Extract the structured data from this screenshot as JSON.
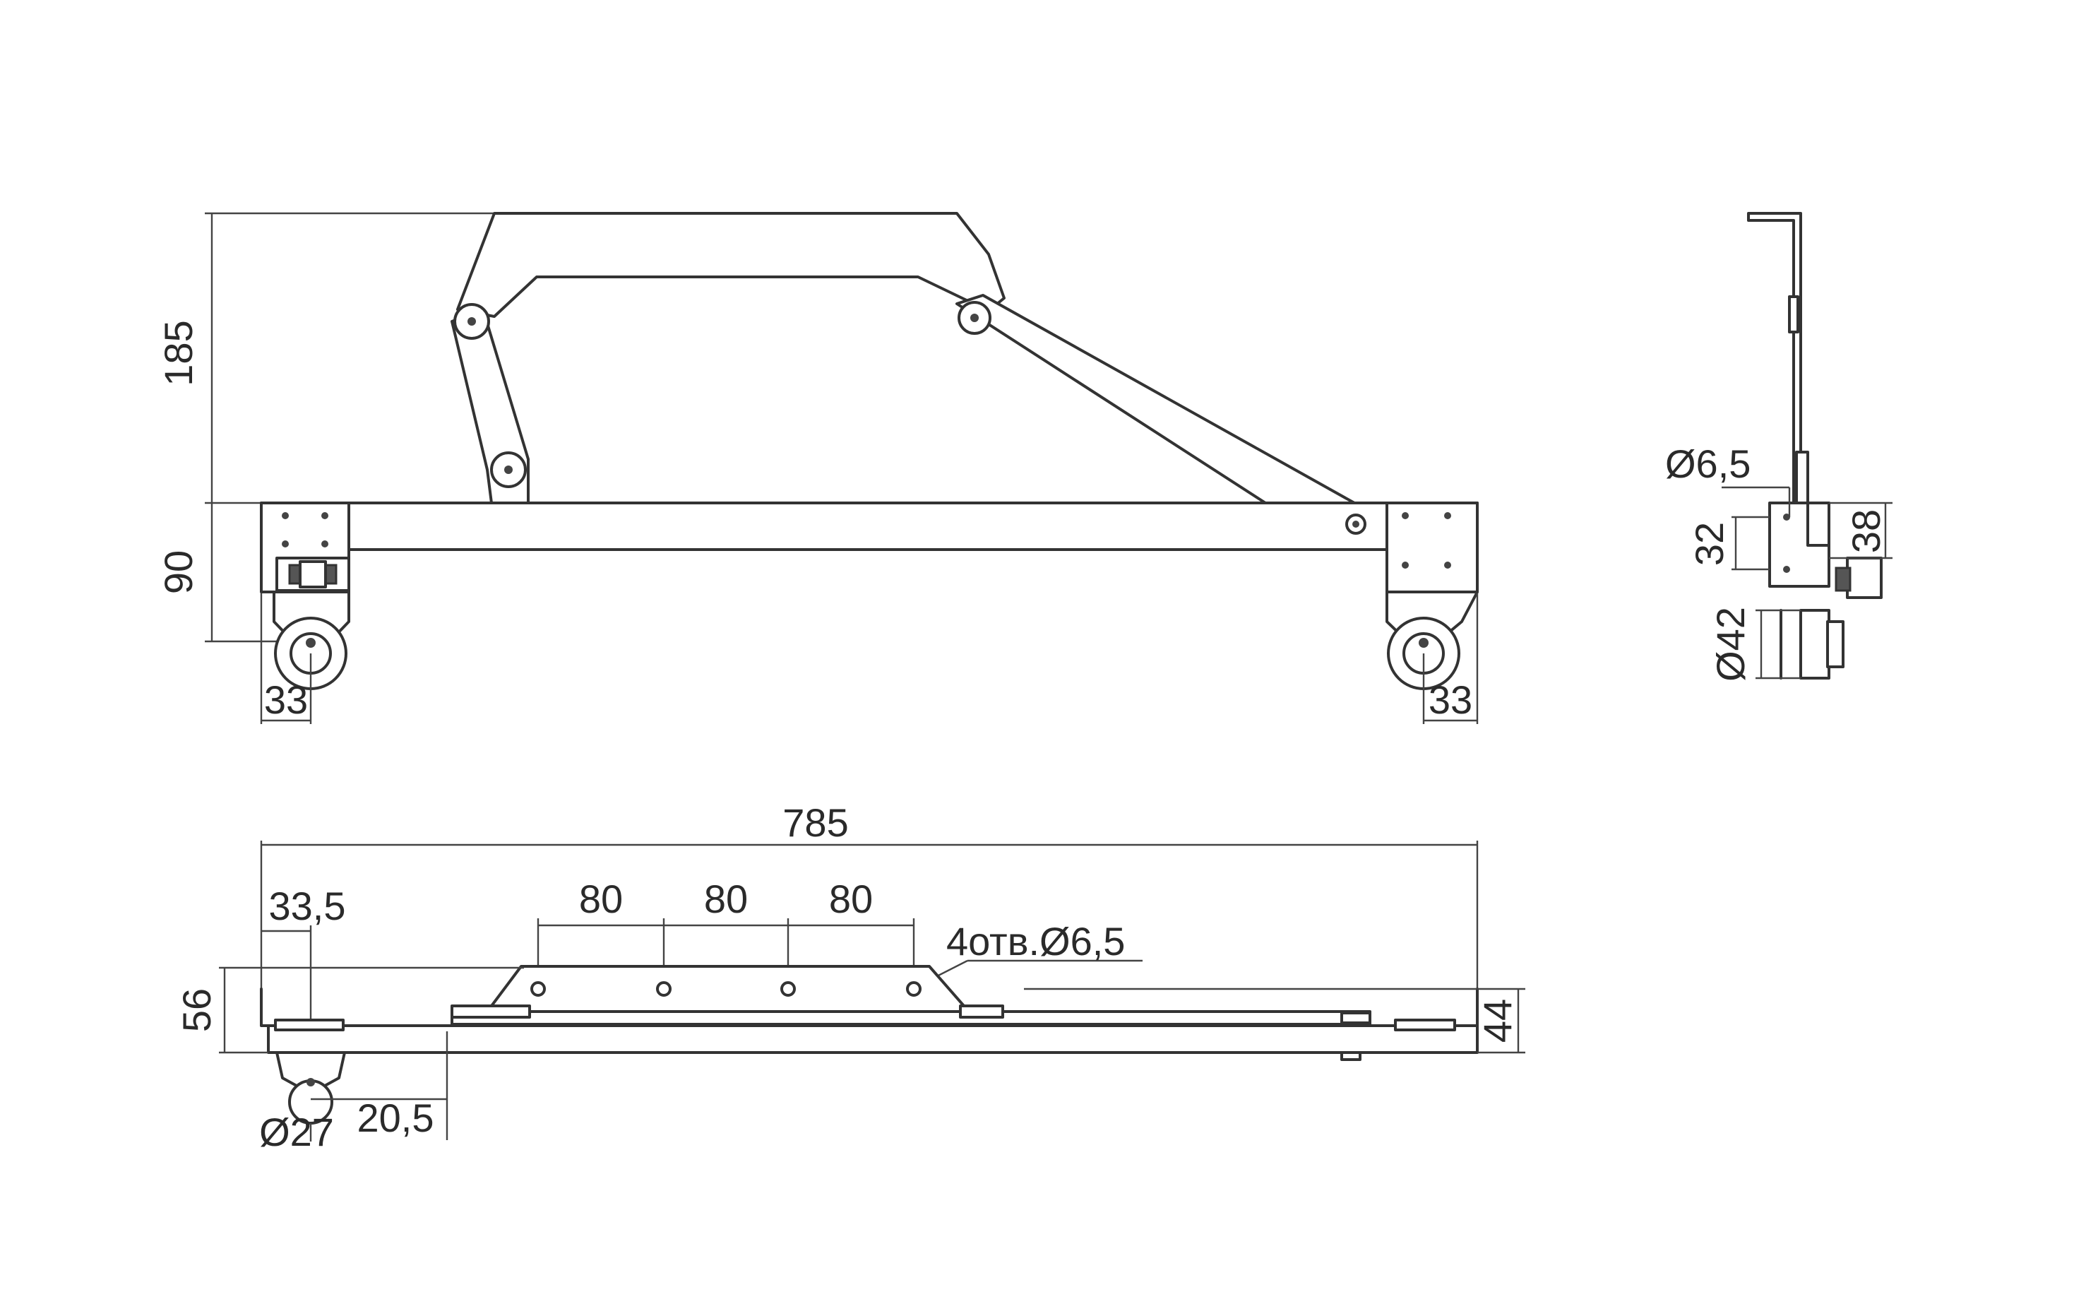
{
  "side_view": {
    "dims": {
      "height_arm": "185",
      "height_frame": "90",
      "wheel_left": "33",
      "wheel_right": "33"
    }
  },
  "end_view": {
    "dims": {
      "hole": "Ø6,5",
      "height_a": "32",
      "height_b": "38",
      "wheel_diameter": "Ø42"
    }
  },
  "plan_view": {
    "dims": {
      "overall_length": "785",
      "offset_left": "33,5",
      "pitch_1": "80",
      "pitch_2": "80",
      "pitch_3": "80",
      "holes_note": "4отв.Ø6,5",
      "depth_left": "56",
      "depth_right": "44",
      "caster_diameter": "Ø27",
      "caster_offset": "20,5"
    }
  }
}
